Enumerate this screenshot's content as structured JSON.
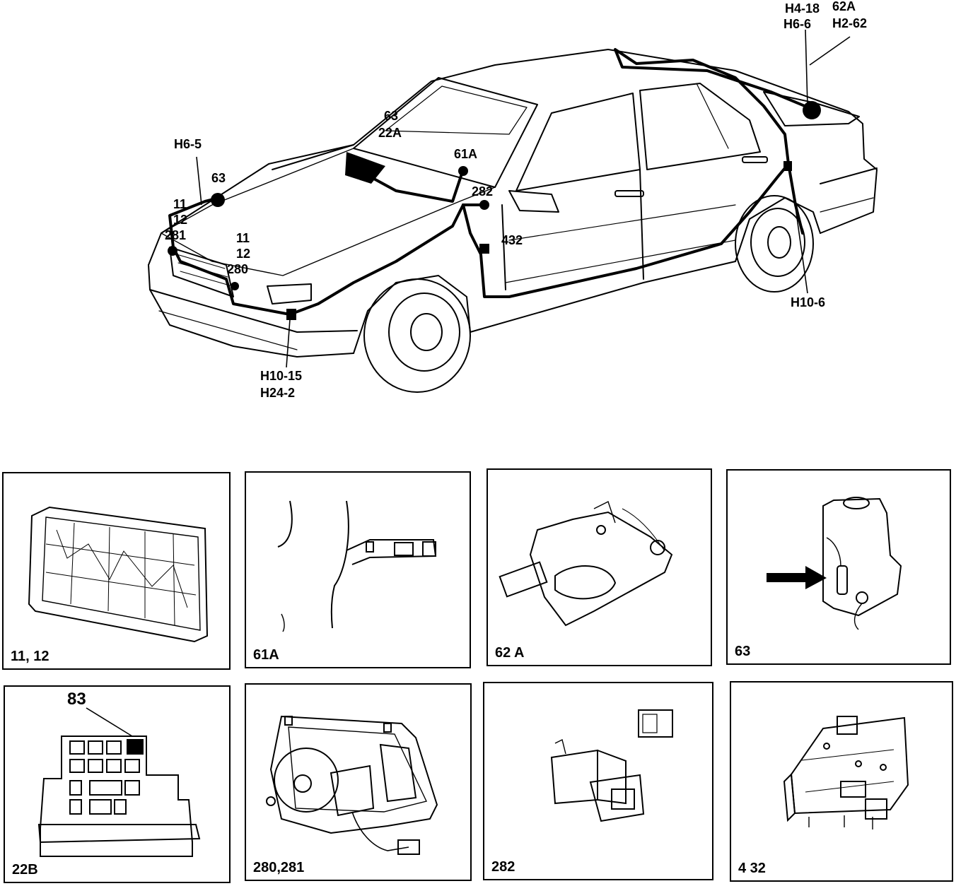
{
  "main_callouts": {
    "h4_18": "H4-18",
    "h6_6": "H6-6",
    "c62a": "62A",
    "h2_62": "H2-62",
    "c63_top": "63",
    "c22a": "22A",
    "c61a": "61A",
    "c282": "282",
    "c432": "432",
    "h6_5": "H6-5",
    "c63_left": "63",
    "c11_left": "11",
    "c12_left": "12",
    "c281": "281",
    "c11_mid": "11",
    "c12_mid": "12",
    "c280": "280",
    "h10_15": "H10-15",
    "h24_2": "H24-2",
    "h10_6": "H10-6"
  },
  "panels": {
    "p1": "11, 12",
    "p2": "61A",
    "p3": "62 A",
    "p4": "63",
    "p5": "22B",
    "p5_callout": "83",
    "p6": "280,281",
    "p7": "282",
    "p8": "4 32"
  }
}
